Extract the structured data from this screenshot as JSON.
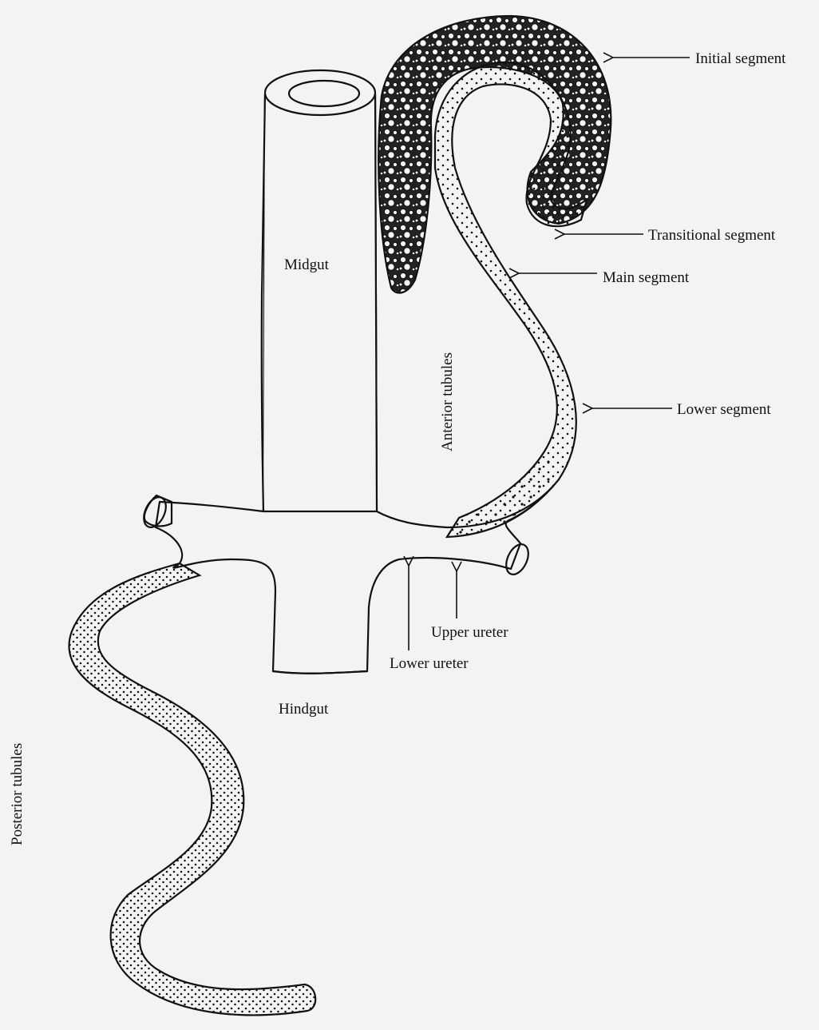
{
  "labels": {
    "midgut": "Midgut",
    "hindgut": "Hindgut",
    "anterior_tubules": "Anterior tubules",
    "posterior_tubules": "Posterior tubules",
    "initial_segment": "Initial segment",
    "transitional_segment": "Transitional segment",
    "main_segment": "Main segment",
    "lower_segment": "Lower segment",
    "upper_ureter": "Upper ureter",
    "lower_ureter": "Lower ureter"
  },
  "colors": {
    "ink": "#111111",
    "paper": "#f3f3f1",
    "initial_segment_fill": "#2a2a2a"
  }
}
